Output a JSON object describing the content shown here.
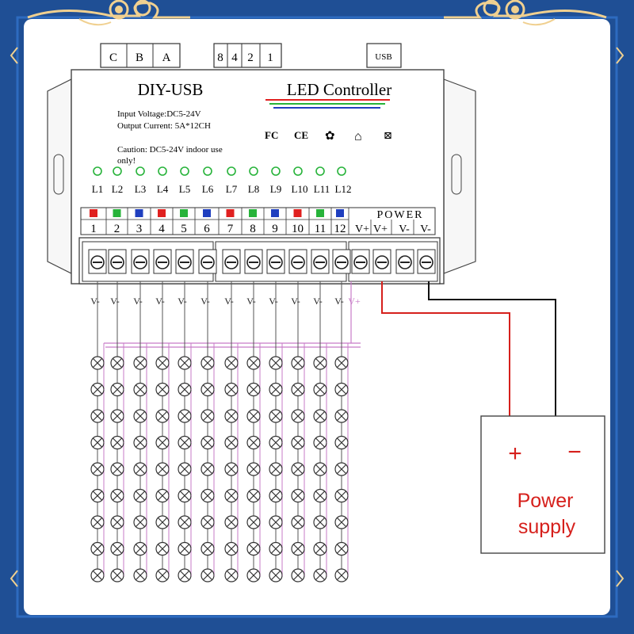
{
  "switches": {
    "cba": [
      "C",
      "B",
      "A"
    ],
    "code": [
      "8",
      "4",
      "2",
      "1"
    ],
    "usb": "USB"
  },
  "controller": {
    "name": "DIY-USB",
    "title": "LED Controller",
    "input_voltage": "Input Voltage:DC5-24V",
    "output_current": "Output Current: 5A*12CH",
    "caution_line1": "Caution: DC5-24V indoor use",
    "caution_line2": "only!",
    "cert_marks": [
      "FC",
      "CE",
      "✿",
      "⌂",
      "⊠"
    ]
  },
  "channels": {
    "led_labels": [
      "L1",
      "L2",
      "L3",
      "L4",
      "L5",
      "L6",
      "L7",
      "L8",
      "L9",
      "L10",
      "L11",
      "L12"
    ],
    "numbers": [
      "1",
      "2",
      "3",
      "4",
      "5",
      "6",
      "7",
      "8",
      "9",
      "10",
      "11",
      "12"
    ],
    "color_sequence": [
      "#e0201f",
      "#27b33a",
      "#1f3fbf",
      "#e0201f",
      "#27b33a",
      "#1f3fbf",
      "#e0201f",
      "#27b33a",
      "#1f3fbf",
      "#e0201f",
      "#27b33a",
      "#1f3fbf"
    ],
    "power_label": "POWER",
    "power_terminals": [
      "V+",
      "V+",
      "V-",
      "V-"
    ]
  },
  "wiring": {
    "channel_wire_labels": [
      "V-",
      "V-",
      "V-",
      "V-",
      "V-",
      "V-",
      "V-",
      "V-",
      "V-",
      "V-",
      "V-",
      "V-"
    ],
    "common_label": "V+",
    "lamps_per_string": 9,
    "positive_wire_color": "#d6201c",
    "negative_wire_color": "#111111",
    "common_wire_color": "#c77bc7"
  },
  "power_supply": {
    "plus": "+",
    "minus": "−",
    "label_line1": "Power",
    "label_line2": "supply",
    "text_color": "#d6201c"
  }
}
